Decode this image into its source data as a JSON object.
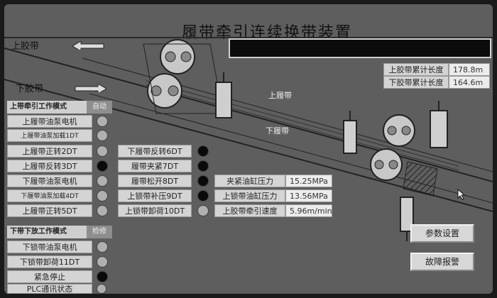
{
  "title": "履带牵引连续换带装置",
  "belts": {
    "upper": "上胶带",
    "lower": "下胶带",
    "upper_track": "上履带",
    "lower_track": "下履带"
  },
  "lengths": [
    {
      "label": "上胶带累计长度",
      "value": "178.8m"
    },
    {
      "label": "下胶带累计长度",
      "value": "164.6m"
    }
  ],
  "upper_mode": {
    "header": "上带牵引工作模式",
    "tag": "自动",
    "rows": [
      {
        "label": "上履带油泵电机",
        "state": "off"
      },
      {
        "label": "上履带油泵加载1DT",
        "state": "off"
      },
      {
        "label": "上履带正转2DT",
        "state": "off"
      },
      {
        "label": "上履带反转3DT",
        "state": "on"
      },
      {
        "label": "下履带油泵电机",
        "state": "off"
      },
      {
        "label": "下履带油泵加载4DT",
        "state": "off"
      },
      {
        "label": "上履带正转5DT",
        "state": "off"
      }
    ]
  },
  "mid_col": [
    {
      "label": "下履带反转6DT",
      "state": "on"
    },
    {
      "label": "履带夹紧7DT",
      "state": "on"
    },
    {
      "label": "履带松开8DT",
      "state": "on"
    },
    {
      "label": "上锁带补压9DT",
      "state": "on"
    },
    {
      "label": "上锁带卸荷10DT",
      "state": "off"
    }
  ],
  "pressures": [
    {
      "label": "夹紧油缸压力",
      "value": "15.25MPa"
    },
    {
      "label": "上锁带油缸压力",
      "value": "13.56MPa"
    },
    {
      "label": "上胶带牵引速度",
      "value": "5.96m/min"
    }
  ],
  "lower_mode": {
    "header": "下带下放工作模式",
    "tag": "检修",
    "rows": [
      {
        "label": "下锁带油泵电机",
        "state": "off"
      },
      {
        "label": "下锁带卸荷11DT",
        "state": "off"
      },
      {
        "label": "紧急停止",
        "state": "on"
      },
      {
        "label": "PLC通讯状态",
        "state": "off"
      }
    ]
  },
  "buttons": {
    "params": "参数设置",
    "alarm": "故障报警"
  },
  "colors": {
    "screen_bg": "#5e5e5e",
    "lamp_on": "#0a0a0a",
    "lamp_off": "#b0b0b0",
    "cell_bg": "#d4d4d4"
  }
}
